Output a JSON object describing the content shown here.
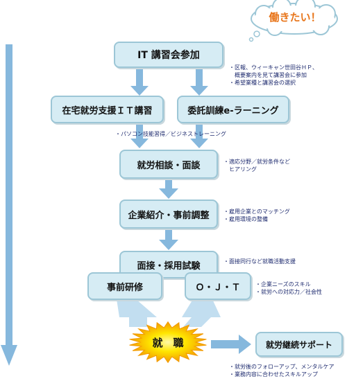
{
  "cloud": {
    "text": "働きたい！"
  },
  "steps": {
    "it_course": "IT 講習会参加",
    "home_support": "在宅就労支援ＩＴ講習",
    "elearning": "委託訓練e-ラーニング",
    "consult": "就労相談・面談",
    "matching": "企業紹介・事前調整",
    "interview": "面接・採用試験",
    "pretraining": "事前研修",
    "ojt": "Ｏ・Ｊ・Ｔ",
    "employment": "就　職",
    "support": "就労継続サポート"
  },
  "notes": {
    "it_course": [
      "・区報、ウィーキャン世田谷ＨＰ、",
      "　概要案内を見て講習会に参加",
      "・希望業種と講習会の選択"
    ],
    "training": [
      "・パソコン技能習得／ビジネストレーニング"
    ],
    "consult": [
      "・適応分野／就労条件など",
      "　ヒアリング"
    ],
    "matching": [
      "・雇用企業とのマッチング",
      "・雇用環境の整備"
    ],
    "interview": [
      "・面接同行など就職活動支援"
    ],
    "ojt": [
      "・企業ニーズのスキル",
      "・就労への対応力／社会性"
    ],
    "support": [
      "・就労後のフォローアップ、メンタルケア",
      "・業務内容に合わせたスキルアップ"
    ]
  },
  "colors": {
    "box_fill": "#d6ecf4",
    "box_border": "#9cc6d6",
    "arrow": "#86b8dd",
    "arrow_light": "#c2def0",
    "cloud_text": "#e8751a",
    "note_text": "#1d2a6e",
    "burst_outer": "#f2a100",
    "burst_inner": "#ffe600"
  }
}
